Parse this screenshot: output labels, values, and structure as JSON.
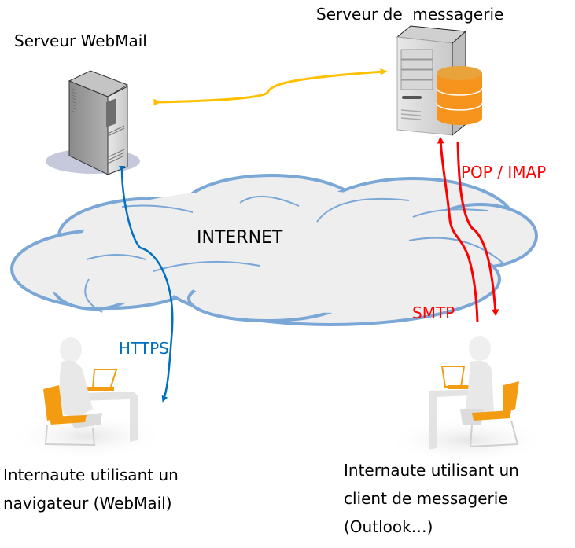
{
  "diagram": {
    "nodes": {
      "webmail_server": {
        "label": "Serveur WebMail"
      },
      "mail_server": {
        "label": "Serveur de  messagerie"
      },
      "internet": {
        "label": "INTERNET"
      },
      "webmail_user": {
        "lines": [
          "Internaute utilisant un",
          "navigateur (WebMail)"
        ]
      },
      "client_user": {
        "lines": [
          "Internaute utilisant un",
          "client de messagerie",
          "(Outlook…)"
        ]
      }
    },
    "edges": {
      "https": {
        "label": "HTTPS",
        "color": "#0070c0",
        "from": "webmail_user",
        "to": "webmail_server",
        "direction": "bidirectional"
      },
      "smtp": {
        "label": "SMTP",
        "color": "#ff0000",
        "from": "client_user",
        "to": "mail_server",
        "direction": "up"
      },
      "pop_imap": {
        "label": "POP / IMAP",
        "color": "#ff0000",
        "from": "mail_server",
        "to": "client_user",
        "direction": "down"
      },
      "server_link": {
        "label": "",
        "color": "#ffc000",
        "from": "webmail_server",
        "to": "mail_server",
        "direction": "bidirectional"
      }
    },
    "colors": {
      "cloud_fill": "#eeeeee",
      "cloud_stroke": "#7ba7d7",
      "chair": "#f39c12",
      "database": "#f7941d"
    }
  }
}
